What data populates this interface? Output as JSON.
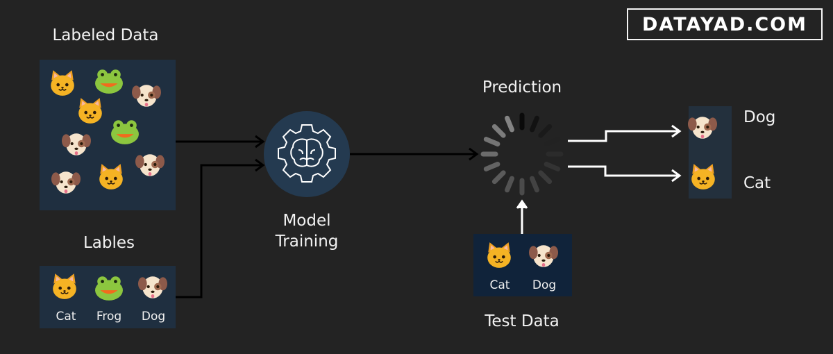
{
  "watermark": "DATAYAD.COM",
  "labeled_data": {
    "title": "Labeled Data",
    "items": [
      "cat",
      "frog",
      "dog",
      "cat",
      "frog",
      "dog",
      "dog",
      "cat",
      "dog"
    ]
  },
  "labels": {
    "title": "Lables",
    "items": [
      {
        "icon": "cat",
        "label": "Cat"
      },
      {
        "icon": "frog",
        "label": "Frog"
      },
      {
        "icon": "dog",
        "label": "Dog"
      }
    ]
  },
  "model": {
    "line1": "Model",
    "line2": "Training",
    "icon": "brain-gear-icon"
  },
  "prediction": {
    "title": "Prediction",
    "icon": "loading-spinner-icon"
  },
  "test_data": {
    "title": "Test Data",
    "items": [
      {
        "icon": "cat",
        "label": "Cat"
      },
      {
        "icon": "dog",
        "label": "Dog"
      }
    ]
  },
  "outputs": [
    {
      "icon": "dog",
      "label": "Dog"
    },
    {
      "icon": "cat",
      "label": "Cat"
    }
  ],
  "colors": {
    "background": "#232323",
    "panel": "#1f2f40",
    "model_circle": "#243a50",
    "cat": "#f5b324",
    "frog": "#8cc63f",
    "dog": "#f6e4cc"
  }
}
